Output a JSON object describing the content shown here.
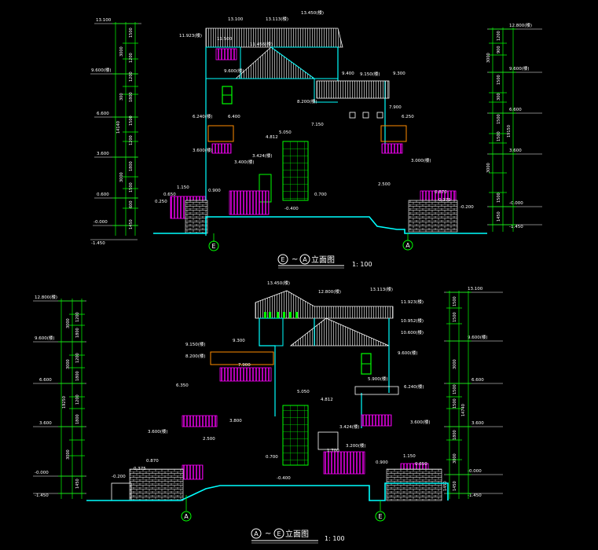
{
  "colors": {
    "background": "#000000",
    "wall": "#00ffff",
    "roof": "#ffffff",
    "railing": "#ff00ff",
    "frame": "#ff8c00",
    "dimension": "#00ff00",
    "window": "#00ff00",
    "text": "#ffffff"
  },
  "top": {
    "title_axis_left": "E",
    "title_sep": "~",
    "title_axis_right": "A",
    "title_text": "立面图",
    "scale": "1: 100",
    "axis_left": "E",
    "axis_right": "A",
    "left_levels": [
      "13.100",
      "9.600(楼)",
      "6.600",
      "3.600",
      "0.600",
      "-0.000",
      "-1.450"
    ],
    "right_levels": [
      "12.800(楼)",
      "9.600(楼)",
      "6.600",
      "3.600",
      "-0.000",
      "-1.450"
    ],
    "left_dims": [
      "1500",
      "3000",
      "1200",
      "1200",
      "1800",
      "300",
      "1500",
      "1200",
      "1800",
      "3000",
      "1500",
      "600",
      "1450"
    ],
    "right_dims": [
      "1200",
      "900",
      "3000",
      "1500",
      "300",
      "1500",
      "1500",
      "3000",
      "1500",
      "1450",
      "19150"
    ],
    "left_total": "14140",
    "labels": {
      "roof_left": "13.100",
      "roof_mid": "13.113(楼)",
      "roof_right": "13.450(楼)",
      "l1": "11.923(楼)",
      "l2": "11.500",
      "l3": "11.456(楼)",
      "l4": "9.600(楼)",
      "l5": "9.400",
      "l6": "9.150(楼)",
      "l7": "9.300",
      "l8": "8.200(楼)",
      "l9": "7.900",
      "l10": "7.150",
      "l11": "6.240(楼)",
      "l12": "6.400",
      "l13": "6.250",
      "l14": "5.050",
      "l15": "4.812",
      "l16": "3.600(楼)",
      "l17": "3.424(楼)",
      "l18": "3.000(楼)",
      "l19": "3.400(楼)",
      "l20": "2.500",
      "l21": "1.150",
      "l22": "0.900",
      "l23": "0.650",
      "l24": "0.700",
      "l25": "0.870",
      "l26": "0.375",
      "l27": "0.250",
      "l28": "-0.200",
      "l29": "-0.400"
    }
  },
  "bottom": {
    "title_axis_left": "A",
    "title_sep": "~",
    "title_axis_right": "E",
    "title_text": "立面图",
    "scale": "1: 100",
    "axis_left": "A",
    "axis_right": "E",
    "left_levels": [
      "12.800(楼)",
      "9.600(楼)",
      "6.600",
      "3.600",
      "-0.000",
      "-1.450"
    ],
    "right_levels": [
      "13.100",
      "9.600(楼)",
      "6.600",
      "3.600",
      "-0.000",
      "-1.450"
    ],
    "left_dims": [
      "3000",
      "1200",
      "1800",
      "3000",
      "1200",
      "1800",
      "1200",
      "1800",
      "3000",
      "1450"
    ],
    "right_dims": [
      "1500",
      "1500",
      "3000",
      "1500",
      "1500",
      "1800",
      "3000",
      "1450",
      "1450"
    ],
    "left_total": "19250",
    "right_total": "14740",
    "labels": {
      "roof_a": "13.450(楼)",
      "roof_b": "13.113(楼)",
      "roof_c": "12.800(楼)",
      "r1": "11.923(楼)",
      "r2": "10.952(楼)",
      "r3": "10.600(楼)",
      "r4": "9.600(楼)",
      "l1": "9.150(楼)",
      "l2": "9.300",
      "l3": "8.200(楼)",
      "l4": "7.900",
      "l5": "6.350",
      "l6": "5.900(楼)",
      "l7": "6.240(楼)",
      "l8": "5.050",
      "l9": "4.812",
      "l10": "3.600(楼)",
      "l11": "3.800",
      "l12": "3.424(楼)",
      "l13": "3.200(楼)",
      "l14": "3.600(楼)",
      "l15": "2.500",
      "l16": "1.700",
      "l17": "1.150",
      "l18": "0.900",
      "l19": "0.650",
      "l20": "0.870",
      "l21": "0.700",
      "l22": "0.375",
      "l23": "-0.200",
      "l24": "-0.400"
    }
  }
}
